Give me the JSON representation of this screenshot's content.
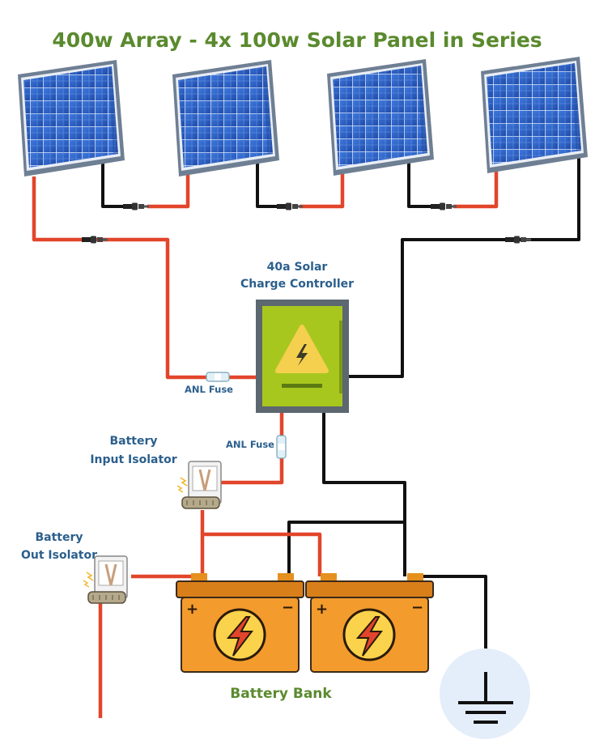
{
  "title": "400w Array - 4x 100w Solar Panel in Series",
  "controller": {
    "label_line1": "40a Solar",
    "label_line2": "Charge Controller"
  },
  "fuses": {
    "top_label": "ANL Fuse",
    "bottom_label": "ANL Fuse"
  },
  "isolators": {
    "input_line1": "Battery",
    "input_line2": "Input Isolator",
    "output_line1": "Battery",
    "output_line2": "Out Isolator"
  },
  "battery_bank": {
    "label": "Battery Bank",
    "count": 2
  },
  "panels": {
    "count": 4
  },
  "colors": {
    "title": "#5a8a2e",
    "label": "#2b5f8c",
    "positive_wire": "#e2452b",
    "negative_wire": "#111111",
    "controller_face": "#a8c71e",
    "controller_frame": "#5c6770",
    "battery": "#f39b2c",
    "panel_cell": "#2d5fc4"
  },
  "icons": [
    "solar-panel-icon",
    "mc4-connector-icon",
    "anl-fuse-icon",
    "warning-lightning-icon",
    "isolator-switch-icon",
    "battery-icon",
    "ground-icon"
  ]
}
